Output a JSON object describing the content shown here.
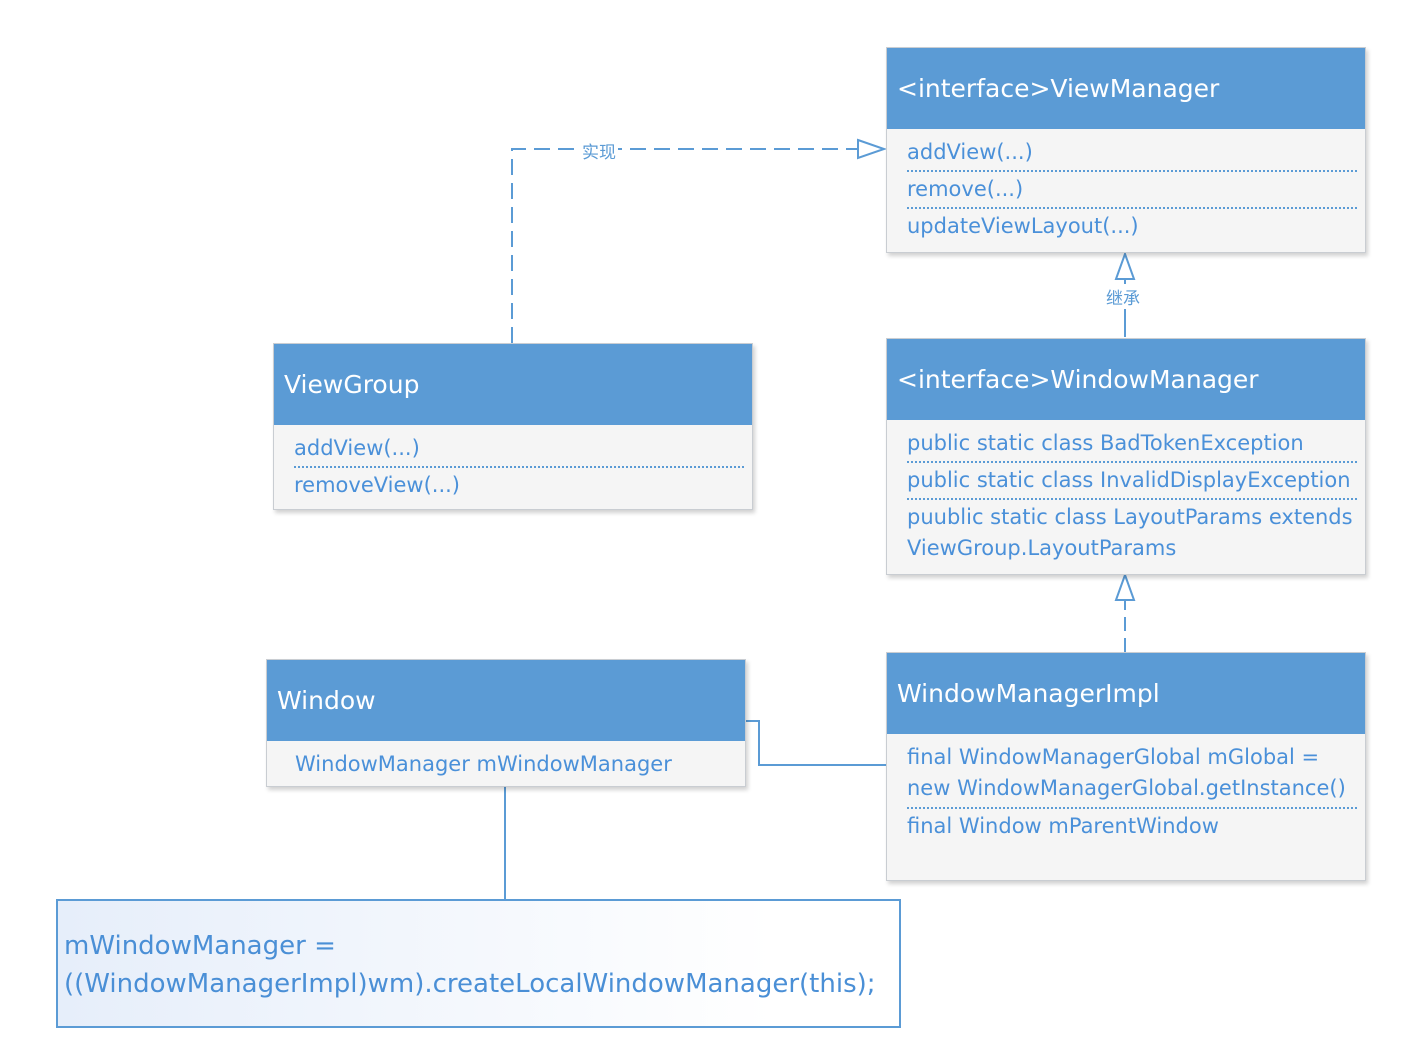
{
  "view_manager": {
    "title": "<interface>ViewManager",
    "members": [
      "addView(...)",
      "remove(...)",
      "updateViewLayout(...)"
    ]
  },
  "window_manager": {
    "title": "<interface>WindowManager",
    "members": [
      "public static class BadTokenException",
      "public static class InvalidDisplayException",
      "puublic static class LayoutParams extends ViewGroup.LayoutParams"
    ]
  },
  "view_group": {
    "title": "ViewGroup",
    "members": [
      "addView(...)",
      "removeView(...)"
    ]
  },
  "window": {
    "title": "Window",
    "members": [
      "WindowManager mWindowManager"
    ]
  },
  "window_manager_impl": {
    "title": "WindowManagerImpl",
    "members": [
      "final WindowManagerGlobal mGlobal = new WindowManagerGlobal.getInstance()",
      "final Window mParentWindow"
    ]
  },
  "note": {
    "lines": [
      "mWindowManager =",
      "((WindowManagerImpl)wm).createLocalWindowManager(this);"
    ]
  },
  "relations": {
    "realize_label": "实现",
    "inherit_label": "继承"
  },
  "colors": {
    "header": "#5b9bd5",
    "member_text": "#4a90d9",
    "line": "#5b9bd5"
  }
}
